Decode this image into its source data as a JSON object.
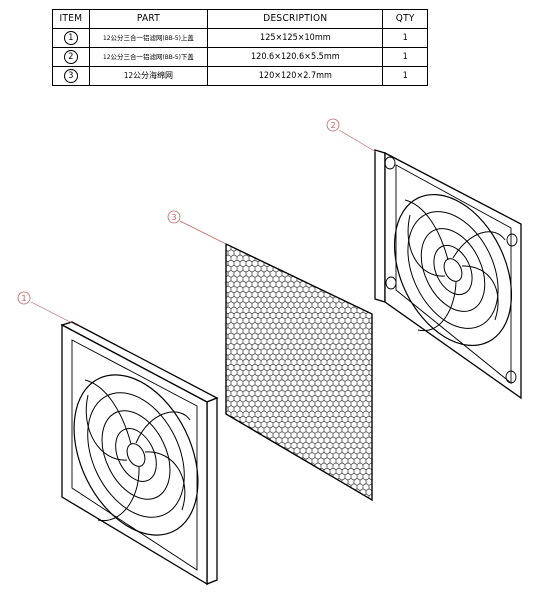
{
  "bom": {
    "headers": [
      "ITEM",
      "PART",
      "DESCRIPTION",
      "QTY"
    ],
    "rows": [
      {
        "item": "1",
        "part": "12公分三合一铝滤网(BB-5)上盖",
        "description": "125×125×10mm",
        "qty": "1"
      },
      {
        "item": "2",
        "part": "12公分三合一铝滤网(BB-5)下盖",
        "description": "120.6×120.6×5.5mm",
        "qty": "1"
      },
      {
        "item": "3",
        "part": "12公分海绵网",
        "description": "120×120×2.7mm",
        "qty": "1"
      }
    ]
  },
  "callouts": {
    "one": "1",
    "two": "2",
    "three": "3"
  },
  "colors": {
    "line": "#000000",
    "leader": "#c06060"
  }
}
